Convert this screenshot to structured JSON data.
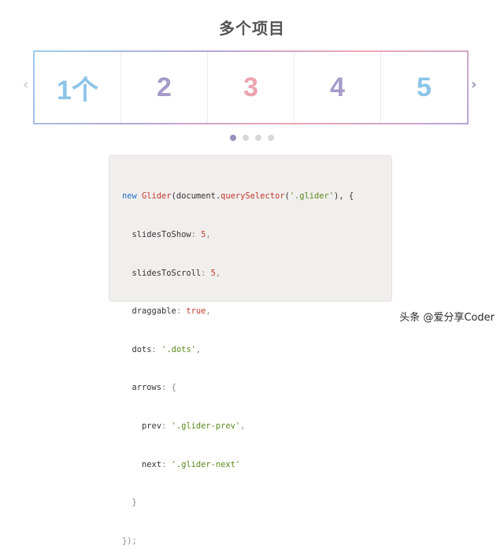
{
  "page": {
    "title": "多个项目"
  },
  "glider": {
    "prev_arrow": "‹",
    "next_arrow": "›",
    "slides": [
      {
        "label": "1个",
        "color": "#8cc4e8"
      },
      {
        "label": "2",
        "color": "#a49bc9"
      },
      {
        "label": "3",
        "color": "#eea3b1"
      },
      {
        "label": "4",
        "color": "#a49bc9"
      },
      {
        "label": "5",
        "color": "#8cc4e8"
      }
    ],
    "dots": {
      "count": 4,
      "active_index": 0
    }
  },
  "code": {
    "lines": [
      {
        "kw": "new ",
        "fn": "Glider",
        "rest": "(document.",
        "fn2": "querySelector",
        "rest2": "(",
        "str": "'.glider'",
        "tail": "), {"
      },
      {
        "indent": "  ",
        "key": "slidesToShow",
        "sep": ": ",
        "num": "5",
        "tail": ","
      },
      {
        "indent": "  ",
        "key": "slidesToScroll",
        "sep": ": ",
        "num": "5",
        "tail": ","
      },
      {
        "indent": "  ",
        "key": "draggable",
        "sep": ": ",
        "num": "true",
        "tail": ","
      },
      {
        "indent": "  ",
        "key": "dots",
        "sep": ": ",
        "str": "'.dots'",
        "tail": ","
      },
      {
        "indent": "  ",
        "key": "arrows",
        "sep": ": ",
        "tail": "{"
      },
      {
        "indent": "    ",
        "key": "prev",
        "sep": ": ",
        "str": "'.glider-prev'",
        "tail": ","
      },
      {
        "indent": "    ",
        "key": "next",
        "sep": ": ",
        "str": "'.glider-next'",
        "tail": ""
      },
      {
        "indent": "  ",
        "tail": "}"
      },
      {
        "tail": "});"
      }
    ]
  },
  "watermark": "头条 @爱分享Coder"
}
